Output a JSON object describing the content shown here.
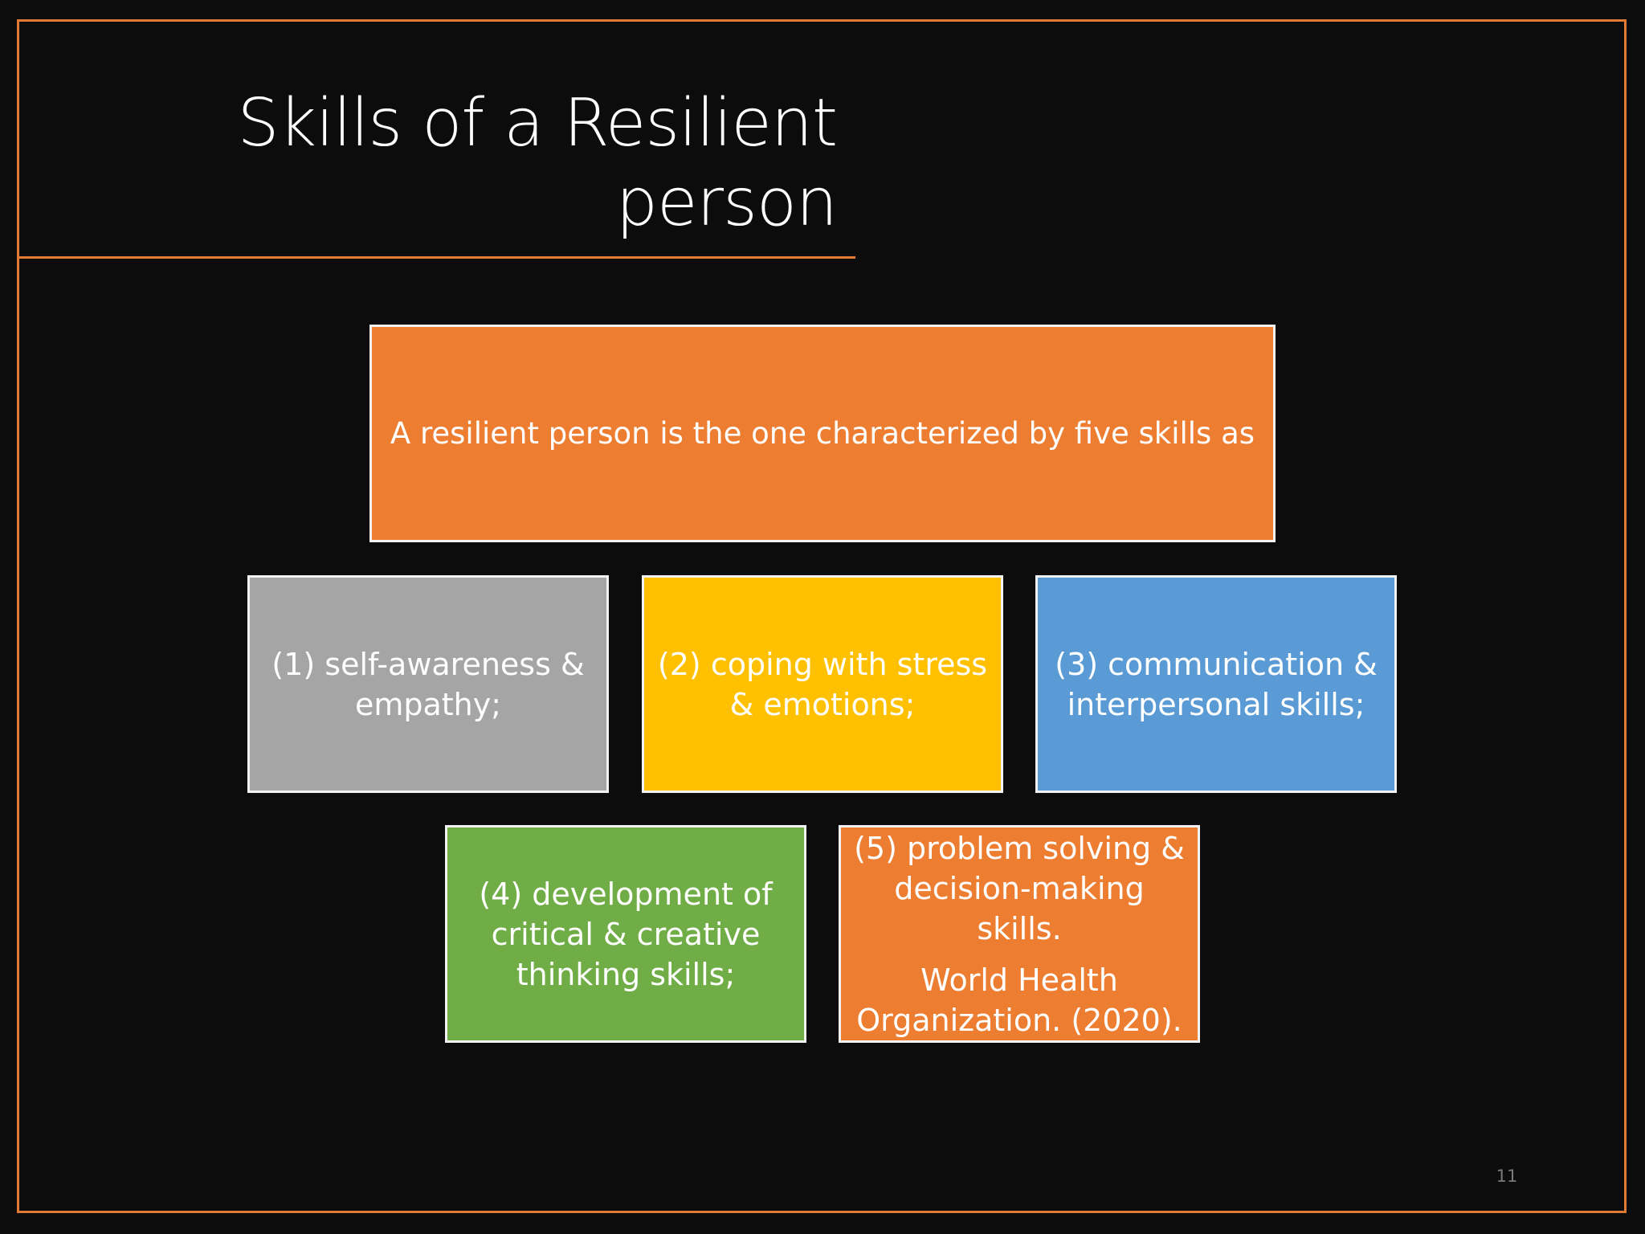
{
  "slide": {
    "title_line1": "Skills of a Resilient",
    "title_line2": "person",
    "page_number": "11",
    "accent_color": "#ED7D31",
    "background_color": "#0C0C0C"
  },
  "diagram": {
    "top_box": {
      "text": "A resilient person is the one characterized by five skills as",
      "color": "#ED7D31"
    },
    "skills": [
      {
        "lines": [
          "(1) self-awareness & empathy;"
        ],
        "color": "#A5A5A5"
      },
      {
        "lines": [
          "(2) coping with stress & emotions;"
        ],
        "color": "#FFC000"
      },
      {
        "lines": [
          "(3) communication & interpersonal skills;"
        ],
        "color": "#5B9BD5"
      },
      {
        "lines": [
          "(4) development of critical & creative thinking skills;"
        ],
        "color": "#70AD47"
      },
      {
        "lines": [
          "(5) problem solving & decision-making skills.",
          "World Health Organization. (2020)."
        ],
        "color": "#ED7D31"
      }
    ]
  }
}
